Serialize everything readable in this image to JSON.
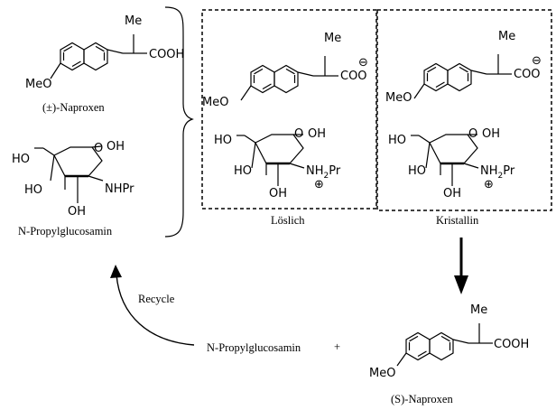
{
  "groups": {
    "g_me": "Me",
    "g_cooh": "COOH",
    "g_coo": "COO",
    "g_meo": "MeO",
    "g_ho": "HO",
    "g_oh": "OH",
    "g_o": "O",
    "g_nhpr": "NHPr",
    "g_nh2pr": "NH",
    "g_nh2pr_sub": "2",
    "g_nh2pr_tail": "Pr",
    "g_minus": "⊖",
    "g_plus": "⊕"
  },
  "labels": {
    "racemic": "(±)-Naproxen",
    "glucosamine": "N-Propylglucosamin",
    "soluble": "Löslich",
    "crystalline": "Kristallin",
    "recycle": "Recycle",
    "bottom_glucosamine": "N-Propylglucosamin",
    "plus": "+",
    "s_naproxen": "(S)-Naproxen"
  }
}
